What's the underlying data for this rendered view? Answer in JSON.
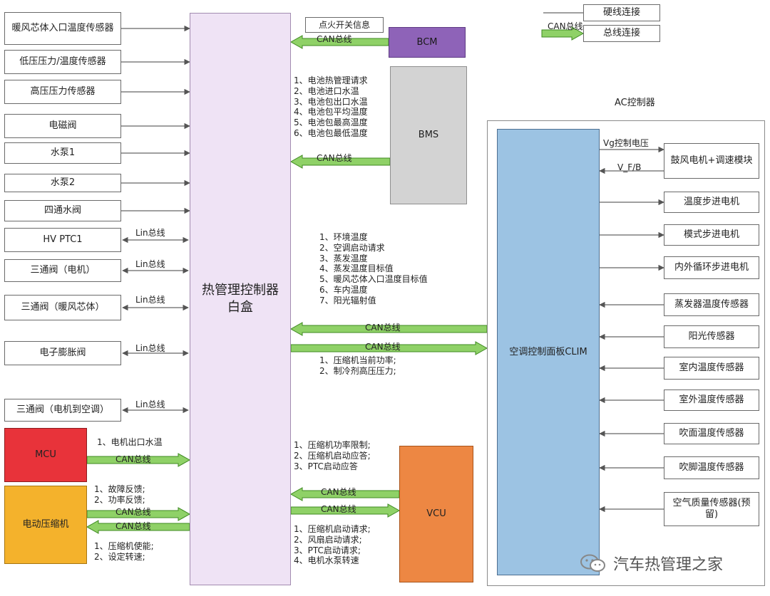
{
  "legend": {
    "wire_label": "硬线连接",
    "can_label": "总线连接",
    "can_tag": "CAN总线"
  },
  "hub": {
    "title": "热管理控制器白盒"
  },
  "left_sensors": [
    "暖风芯体入口温度传感器",
    "低压压力/温度传感器",
    "高压压力传感器",
    "电磁阀",
    "水泵1",
    "水泵2",
    "四通水阀",
    "HV PTC1",
    "三通阀（电机）",
    "三通阀（暖风芯体）",
    "电子膨胀阀",
    "三通阀（电机到空调）"
  ],
  "lin_label": "Lin总线",
  "bcm": {
    "name": "BCM",
    "signal": "点火开关信息",
    "bus": "CAN总线"
  },
  "bms": {
    "name": "BMS",
    "bus": "CAN总线",
    "signals": [
      "1、电池热管理请求",
      "2、电池进口水温",
      "3、电池包出口水温",
      "4、电池包平均温度",
      "5、电池包最高温度",
      "6、电池包最低温度"
    ]
  },
  "clim_link": {
    "bus_in": "CAN总线",
    "bus_out": "CAN总线",
    "signals_up": [
      "1、环境温度",
      "2、空调启动请求",
      "3、蒸发温度",
      "4、蒸发温度目标值",
      "5、暖风芯体入口温度目标值",
      "6、车内温度",
      "7、阳光辐射值"
    ],
    "signals_down": [
      "1、压缩机当前功率;",
      "2、制冷剂高压压力;"
    ]
  },
  "ac": {
    "title": "AC控制器",
    "clim": "空调控制面板CLIM",
    "vg_label": "Vg控制电压",
    "vfb_label": "V_F/B",
    "devices": [
      "鼓风电机+调速模块",
      "温度步进电机",
      "模式步进电机",
      "内外循环步进电机",
      "蒸发器温度传感器",
      "阳光传感器",
      "室内温度传感器",
      "室外温度传感器",
      "吹面温度传感器",
      "吹脚温度传感器",
      "空气质量传感器(预留)"
    ]
  },
  "mcu": {
    "name": "MCU",
    "signal": "1、电机出口水温",
    "bus": "CAN总线"
  },
  "ecomp": {
    "name": "电动压缩机",
    "bus_in": "CAN总线",
    "bus_out": "CAN总线",
    "signals_in": [
      "1、故障反馈;",
      "2、功率反馈;"
    ],
    "signals_out": [
      "1、压缩机使能;",
      "2、设定转速;"
    ]
  },
  "vcu": {
    "name": "VCU",
    "bus_in": "CAN总线",
    "bus_out": "CAN总线",
    "signals_in": [
      "1、压缩机功率限制;",
      "2、压缩机启动应答;",
      "3、PTC启动应答"
    ],
    "signals_out": [
      "1、压缩机启动请求;",
      "2、风扇启动请求;",
      "3、PTC启动请求;",
      "4、电机水泵转速"
    ]
  },
  "watermark": {
    "text": "汽车热管理之家"
  },
  "colors": {
    "can_arrow": "#8fd167",
    "can_arrow_stroke": "#3f8a22",
    "hub": "#efe3f5",
    "bcm": "#8e63b8",
    "bms": "#d3d3d3",
    "mcu": "#e8333a",
    "ecomp": "#f4b22c",
    "vcu": "#ed8743",
    "clim": "#9cc3e3"
  }
}
